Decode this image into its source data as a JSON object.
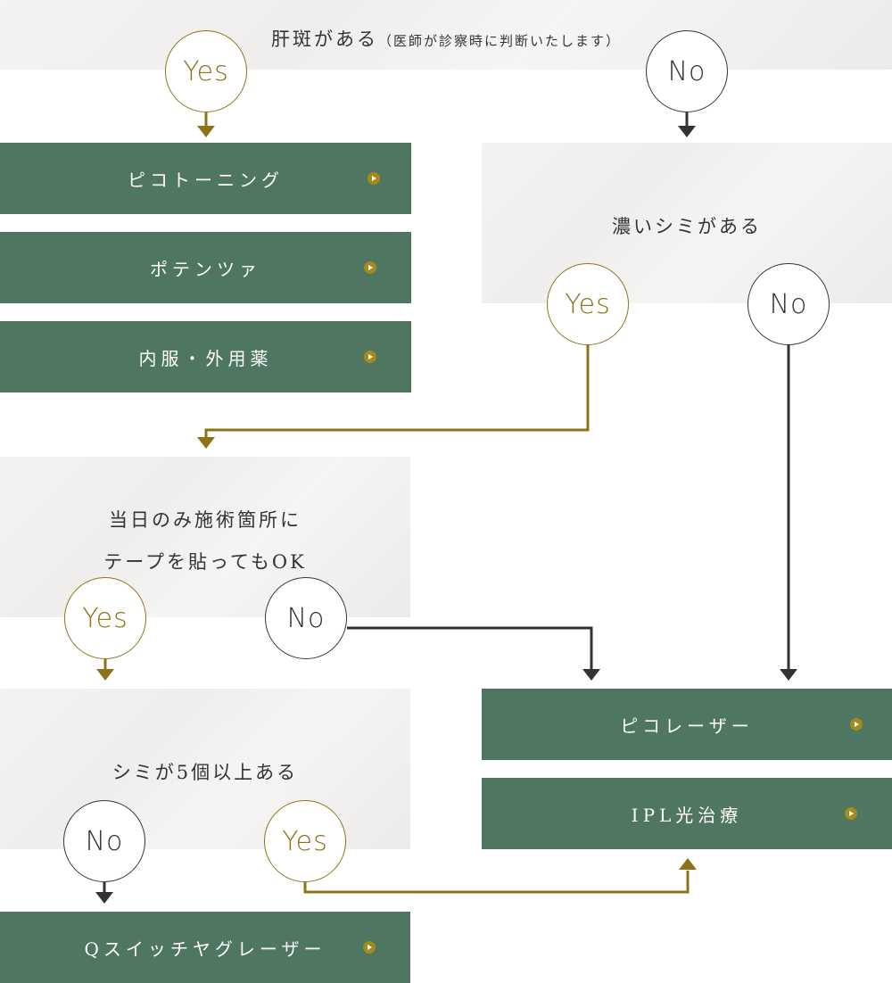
{
  "q1": {
    "text": "肝斑がある",
    "note": "（医師が診察時に判断いたします）"
  },
  "q2": {
    "text": "濃いシミがある"
  },
  "q3": {
    "line1": "当日のみ施術箇所に",
    "line2": "テープを貼ってもOK"
  },
  "q4": {
    "text": "シミが5個以上ある"
  },
  "answers": {
    "yes": "Yes",
    "no": "No"
  },
  "treatments": {
    "pico_toning": "ピコトーニング",
    "potenza": "ポテンツァ",
    "medicine": "内服・外用薬",
    "pico_laser": "ピコレーザー",
    "ipl": "IPL光治療",
    "q_switch": "Qスイッチヤグレーザー"
  },
  "colors": {
    "gold": "#8c7318",
    "dark": "#333333",
    "green": "#4e7660",
    "play": "#a58a1d"
  }
}
